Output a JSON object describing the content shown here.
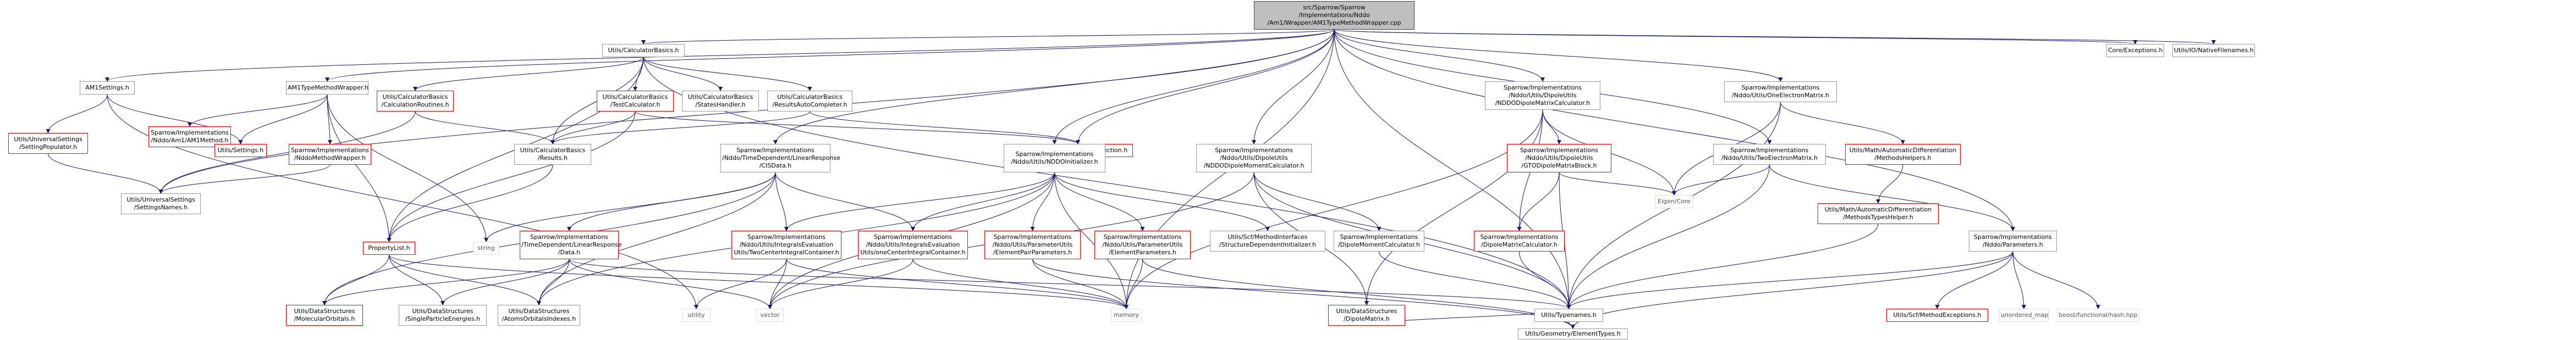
{
  "title": "src/Sparrow/Sparrow/Implementations/Nddo/Am1/Wrapper/AM1TypeMethodWrapper.cpp",
  "colors": {
    "edge": "#191970",
    "external": "#ff0000",
    "root_fill": "#bfbfbf"
  },
  "nodes": {
    "root": [
      "src/Sparrow/Sparrow",
      "/Implementations/Nddo",
      "/Am1/Wrapper/AM1TypeMethodWrapper.cpp"
    ],
    "am1settings": [
      "AM1Settings.h"
    ],
    "utils_universal_populator": [
      "Utils/UniversalSettings",
      "/SettingPopulator.h"
    ],
    "utils_universal_names": [
      "Utils/UniversalSettings",
      "/SettingsNames.h"
    ],
    "am1typemethodwrapper": [
      "AM1TypeMethodWrapper.h"
    ],
    "calcbasics_routines": [
      "Utils/CalculatorBasics",
      "/CalculationRoutines.h"
    ],
    "calculatorbasics": [
      "Utils/CalculatorBasics.h"
    ],
    "am1method": [
      "Sparrow/Implementations",
      "/Nddo/Am1/AM1Method.h"
    ],
    "utils_settings": [
      "Utils/Settings.h"
    ],
    "nddomethodwrapper": [
      "Sparrow/Implementations",
      "/NddoMethodWrapper.h"
    ],
    "calcbasics_results": [
      "Utils/CalculatorBasics",
      "/Results.h"
    ],
    "propertylist": [
      "PropertyList.h"
    ],
    "string": [
      "string"
    ],
    "calcbasics_testcalc": [
      "Utils/CalculatorBasics",
      "/TestCalculator.h"
    ],
    "calcbasics_state": [
      "Utils/CalculatorBasics",
      "/StatesHandler.h"
    ],
    "calcbasics_autocompleter": [
      "Utils/CalculatorBasics",
      "/ResultsAutoCompleter.h"
    ],
    "atomcollection": [
      "Utils/Geometry/AtomCollection.h"
    ],
    "tdlr_cisdata": [
      "Sparrow/Implementations",
      "/Nddo/TimeDependent/LinearResponse",
      "/CISData.h"
    ],
    "tdlr_data": [
      "Sparrow/Implementations",
      "/TimeDependent/LinearResponse",
      "/Data.h"
    ],
    "ds_molecularorbitals": [
      "Utils/DataStructures",
      "/MolecularOrbitals.h"
    ],
    "ds_singleparticle": [
      "Utils/DataStructures",
      "/SingleParticleEnergies.h"
    ],
    "ds_atomsorbitals": [
      "Utils/DataStructures",
      "/AtomsOrbitalsIndexes.h"
    ],
    "utility": [
      "utility"
    ],
    "integrals_twocenter": [
      "Sparrow/Implementations",
      "/Nddo/Utils/IntegralsEvaluation",
      "Utils/TwoCenterIntegralContainer.h"
    ],
    "integrals_onecenter": [
      "Sparrow/Implementations",
      "/Nddo/Utils/IntegralsEvaluation",
      "Utils/oneCenterIntegralContainer.h"
    ],
    "vector": [
      "vector"
    ],
    "nddoinitializer": [
      "Sparrow/Implementations",
      "/Nddo/Utils/NDDOInitializer.h"
    ],
    "param_elementpair": [
      "Sparrow/Implementations",
      "/Nddo/Utils/ParameterUtils",
      "/ElementPairParameters.h"
    ],
    "param_element": [
      "Sparrow/Implementations",
      "/Nddo/Utils/ParameterUtils",
      "/ElementParameters.h"
    ],
    "memory": [
      "memory"
    ],
    "scfmethod_structdep": [
      "Utils/Scf/MethodInterfaces",
      "/StructureDependentInitializer.h"
    ],
    "dipole_nddocalc": [
      "Sparrow/Implementations",
      "/Nddo/Utils/DipoleUtils",
      "/NDDODipoleMomentCalculator.h"
    ],
    "ds_dipolematrix": [
      "Utils/DataStructures",
      "/DipoleMatrix.h"
    ],
    "dipole_momentcalc": [
      "Sparrow/Implementations",
      "/DipoleMomentCalculator.h"
    ],
    "dipole_nddomatrixcalc": [
      "Sparrow/Implementations",
      "/Nddo/Utils/DipoleUtils",
      "/NDDODipoleMatrixCalculator.h"
    ],
    "dipole_gtomatrixblock": [
      "Sparrow/Implementations",
      "/Nddo/Utils/DipoleUtils",
      "/GTODipoleMatrixBlock.h"
    ],
    "dipole_matrixcalc": [
      "Sparrow/Implementations",
      "/DipoleMatrixCalculator.h"
    ],
    "utils_typenames": [
      "Utils/Typenames.h"
    ],
    "eigen_core": [
      "Eigen/Core"
    ],
    "geometry_elementtypes": [
      "Utils/Geometry/ElementTypes.h"
    ],
    "twoelectronmatrix": [
      "Sparrow/Implementations",
      "/Nddo/Utils/TwoElectronMatrix.h"
    ],
    "oneelectronmatrix": [
      "Sparrow/Implementations",
      "/Nddo/Utils/OneElectronMatrix.h"
    ],
    "autodiff_helpers": [
      "Utils/Math/AutomaticDifferentiation",
      "/MethodsHelpers.h"
    ],
    "autodiff_typeshelper": [
      "Utils/Math/AutomaticDifferentiation",
      "/MethodsTypesHelper.h"
    ],
    "nddo_parameters": [
      "Sparrow/Implementations",
      "/Nddo/Parameters.h"
    ],
    "scfmethod_exceptions": [
      "Utils/Scf/MethodExceptions.h"
    ],
    "unordered_map": [
      "unordered_map"
    ],
    "boost_hash": [
      "boost/functional/hash.hpp"
    ],
    "core_exceptions": [
      "Core/Exceptions.h"
    ],
    "io_nativefilenames": [
      "Utils/IO/NativeFilenames.h"
    ]
  }
}
